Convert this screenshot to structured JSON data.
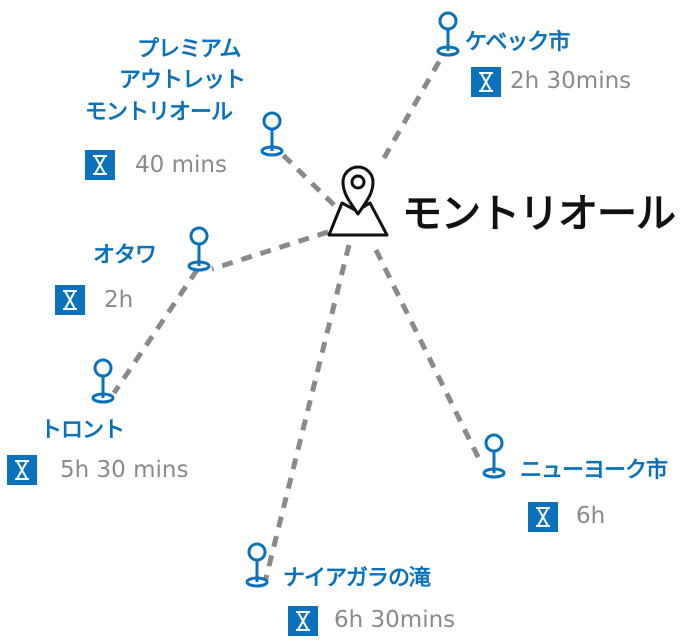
{
  "colors": {
    "accent": "#0a72bd",
    "route_line": "#8a8a8a",
    "duration_text": "#8a8a8a",
    "hub_text": "#111111"
  },
  "hub": {
    "label": "モントリオール",
    "icon": "map-pin-icon"
  },
  "destinations": [
    {
      "id": "quebec",
      "label": "ケベック市",
      "duration": "2h 30mins",
      "icon": "location-pin-icon"
    },
    {
      "id": "premium-outlet",
      "label_lines": [
        "プレミアム",
        "アウトレット",
        "モントリオール"
      ],
      "duration": "40 mins",
      "icon": "location-pin-icon"
    },
    {
      "id": "ottawa",
      "label": "オタワ",
      "duration": "2h",
      "icon": "location-pin-icon"
    },
    {
      "id": "toronto",
      "label": "トロント",
      "duration": "5h 30 mins",
      "icon": "location-pin-icon"
    },
    {
      "id": "new-york",
      "label": "ニューヨーク市",
      "duration": "6h",
      "icon": "location-pin-icon"
    },
    {
      "id": "niagara",
      "label": "ナイアガラの滝",
      "duration": "6h 30mins",
      "icon": "location-pin-icon"
    }
  ],
  "duration_icon": "hourglass-icon"
}
